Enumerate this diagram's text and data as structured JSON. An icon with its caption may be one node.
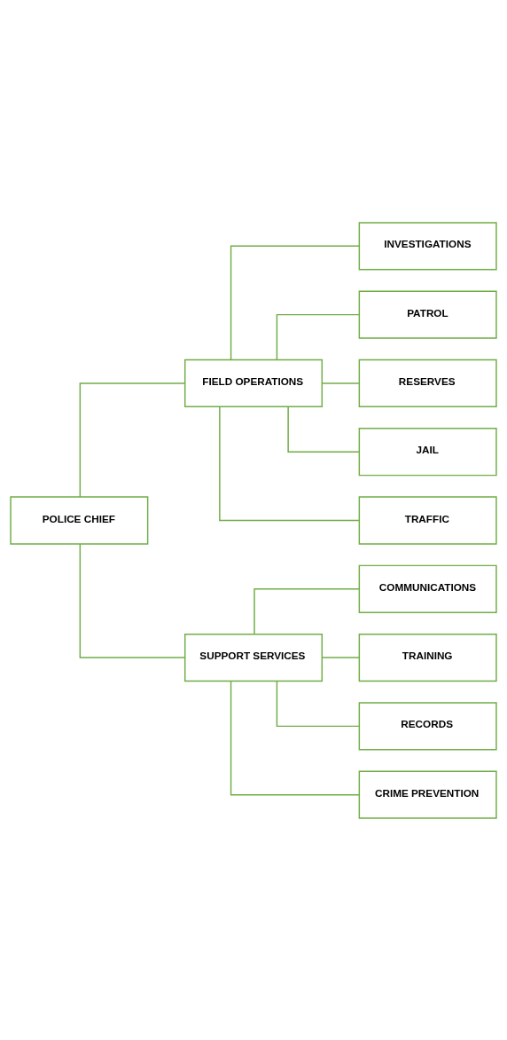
{
  "diagram": {
    "nodes": [
      {
        "text": [
          "POLICE CHIEF"
        ]
      },
      {
        "text": [
          "FIELD OPERATIONS"
        ]
      },
      {
        "text": [
          "SUPPORT SERVICES"
        ]
      },
      {
        "text": [
          "INVESTIGATIONS"
        ]
      },
      {
        "text": [
          "PATROL"
        ]
      },
      {
        "text": [
          "RESERVES"
        ]
      },
      {
        "text": [
          "JAIL"
        ]
      },
      {
        "text": [
          "TRAFFIC"
        ]
      },
      {
        "text": [
          "COMMUNICATIONS"
        ]
      },
      {
        "text": [
          "TRAINING"
        ]
      },
      {
        "text": [
          "RECORDS"
        ]
      },
      {
        "text": [
          "CRIME PREVENTION"
        ]
      }
    ],
    "edges": [
      {
        "from": 0,
        "to": 1,
        "arrow": "none"
      },
      {
        "from": 0,
        "to": 2,
        "arrow": "none"
      },
      {
        "from": 1,
        "to": 3,
        "arrow": "none"
      },
      {
        "from": 1,
        "to": 4,
        "arrow": "none"
      },
      {
        "from": 1,
        "to": 5,
        "arrow": "none"
      },
      {
        "from": 1,
        "to": 6,
        "arrow": "none"
      },
      {
        "from": 1,
        "to": 7,
        "arrow": "none"
      },
      {
        "from": 2,
        "to": 8,
        "arrow": "none"
      },
      {
        "from": 2,
        "to": 9,
        "arrow": "none"
      },
      {
        "from": 2,
        "to": 10,
        "arrow": "none"
      },
      {
        "from": 2,
        "to": 11,
        "arrow": "none"
      }
    ]
  }
}
